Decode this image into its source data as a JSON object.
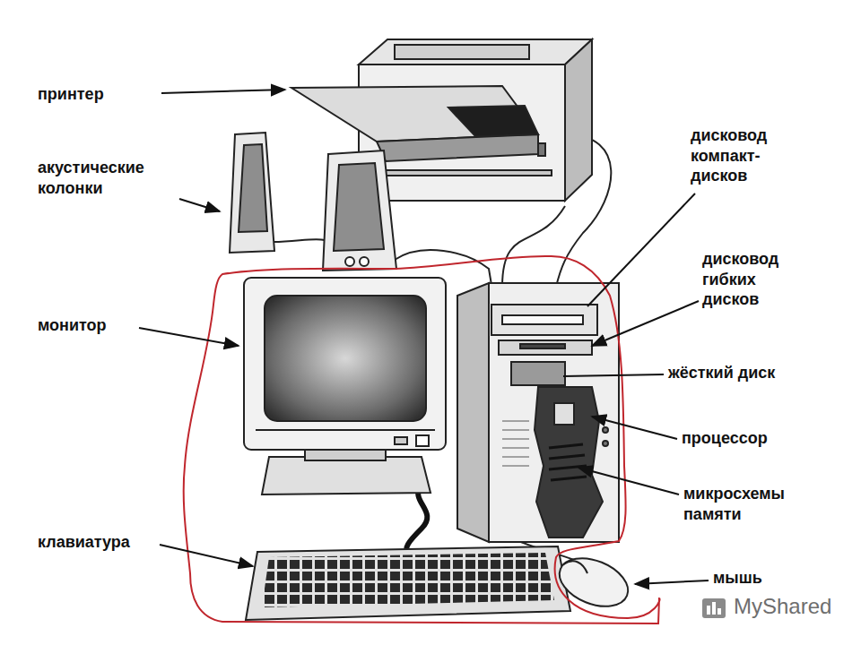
{
  "diagram": {
    "labels": [
      "принтер",
      "акустические колонки",
      "дисковод компакт-дисков",
      "дисковод гибких дисков",
      "монитор",
      "жёсткий диск",
      "процессор",
      "микросхемы памяти",
      "клавиатура",
      "мышь",
      "MyShared"
    ]
  }
}
